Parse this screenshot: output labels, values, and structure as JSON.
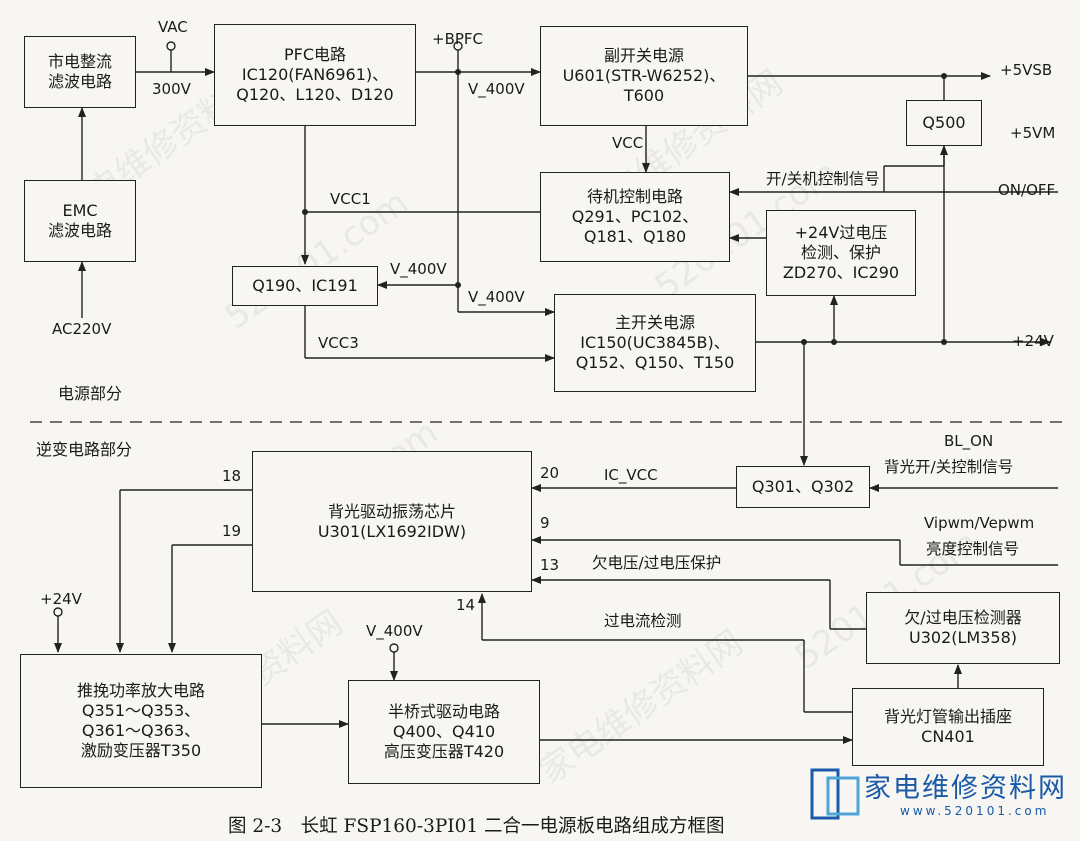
{
  "boxes": {
    "mains_rect": [
      "市电整流",
      "滤波电路"
    ],
    "emc": [
      "EMC",
      "滤波电路"
    ],
    "pfc": [
      "PFC电路",
      "IC120(FAN6961)、",
      "Q120、L120、D120"
    ],
    "aux_psu": [
      "副开关电源",
      "U601(STR-W6252)、",
      "T600"
    ],
    "q500": [
      "Q500"
    ],
    "standby": [
      "待机控制电路",
      "Q291、PC102、",
      "Q181、Q180"
    ],
    "ovp24": [
      "+24V过电压",
      "检测、保护",
      "ZD270、IC290"
    ],
    "q190": [
      "Q190、IC191"
    ],
    "main_psu": [
      "主开关电源",
      "IC150(UC3845B)、",
      "Q152、Q150、T150"
    ],
    "backlight_ic": [
      "背光驱动振荡芯片",
      "U301(LX1692IDW)"
    ],
    "q301": [
      "Q301、Q302"
    ],
    "uv_ov": [
      "欠/过电压检测器",
      "U302(LM358)"
    ],
    "pushpull": [
      "推挽功率放大电路",
      "Q351～Q353、",
      "Q361～Q363、",
      "激励变压器T350"
    ],
    "halfbridge": [
      "半桥式驱动电路",
      "Q400、Q410",
      "高压变压器T420"
    ],
    "cn401": [
      "背光灯管输出插座",
      "CN401"
    ]
  },
  "labels": {
    "vac": "VAC",
    "v300": "300V",
    "bpfc": "+BPFC",
    "v400_a": "V_400V",
    "v5vsb": "+5VSB",
    "v5vm": "+5VM",
    "vcc": "VCC",
    "vcc1": "VCC1",
    "onoff_sig": "开/关机控制信号",
    "onoff": "ON/OFF",
    "v400_b": "V_400V",
    "v400_c": "V_400V",
    "vcc3": "VCC3",
    "v24": "+24V",
    "ac220": "AC220V",
    "bl_on": "BL_ON",
    "bl_sig": "背光开/关控制信号",
    "ic_vcc": "IC_VCC",
    "vipwm": "Vipwm/Vepwm",
    "bright_sig": "亮度控制信号",
    "uv_prot": "欠电压/过电压保护",
    "oc_det": "过电流检测",
    "v24_inv": "+24V",
    "v400_inv": "V_400V",
    "pin18": "18",
    "pin19": "19",
    "pin20": "20",
    "pin9": "9",
    "pin13": "13",
    "pin14": "14"
  },
  "sections": {
    "power": "电源部分",
    "inverter": "逆变电路部分"
  },
  "caption": "图 2-3　长虹 FSP160-3PI01 二合一电源板电路组成方框图",
  "logo": {
    "text": "家电维修资料网",
    "url": "www.520101.com",
    "color": "#1a5aa8"
  },
  "watermark": [
    "家电维修资料网",
    "520101.com"
  ],
  "colors": {
    "line": "#222222",
    "paper": "#f7f6f2"
  }
}
